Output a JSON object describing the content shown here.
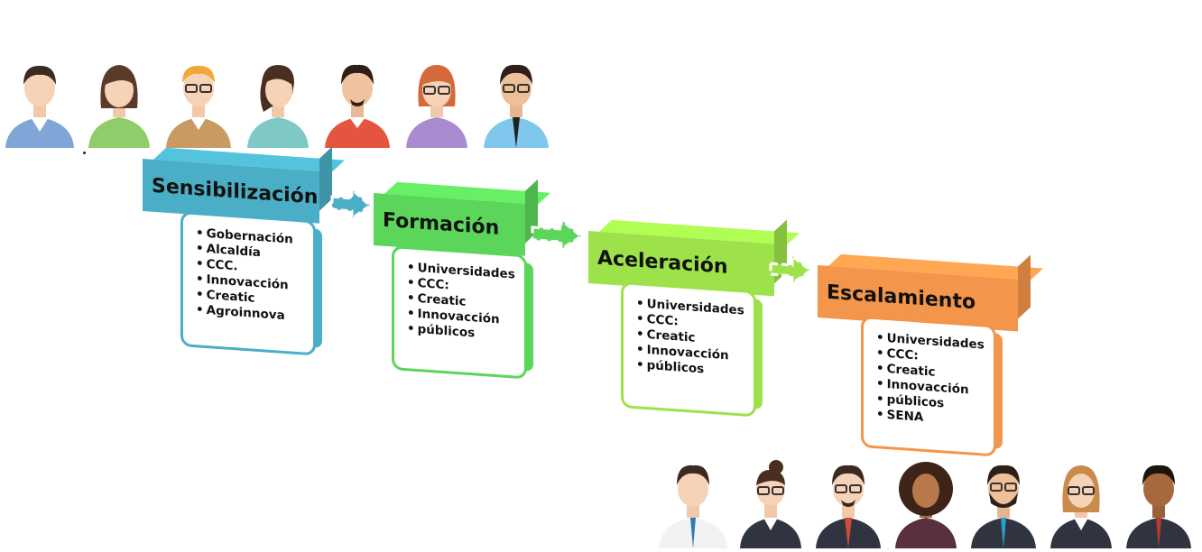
{
  "colors": {
    "sensibilizacion": "#4aaec6",
    "formacion": "#5cd65a",
    "aceleracion": "#9de24a",
    "escalamiento": "#f3954a"
  },
  "stages": [
    {
      "title": "Sensibilización",
      "items": [
        "Gobernación",
        "Alcaldía",
        "CCC.",
        "Innovacción",
        "Creatic",
        "Agroinnova"
      ]
    },
    {
      "title": "Formación",
      "items": [
        "Universidades",
        "CCC:",
        "Creatic",
        "Innovacción",
        "públicos"
      ]
    },
    {
      "title": "Aceleración",
      "items": [
        "Universidades",
        "CCC:",
        "Creatic",
        "Innovacción",
        "públicos"
      ]
    },
    {
      "title": "Escalamiento",
      "items": [
        "Universidades",
        "CCC:",
        "Creatic",
        "Innovacción",
        "públicos",
        "SENA"
      ]
    }
  ],
  "people_top": [
    "person-icon",
    "person-icon",
    "person-icon",
    "person-icon",
    "person-icon",
    "person-icon",
    "person-icon"
  ],
  "people_bottom": [
    "person-icon",
    "person-icon",
    "person-icon",
    "person-icon",
    "person-icon",
    "person-icon",
    "person-icon"
  ]
}
